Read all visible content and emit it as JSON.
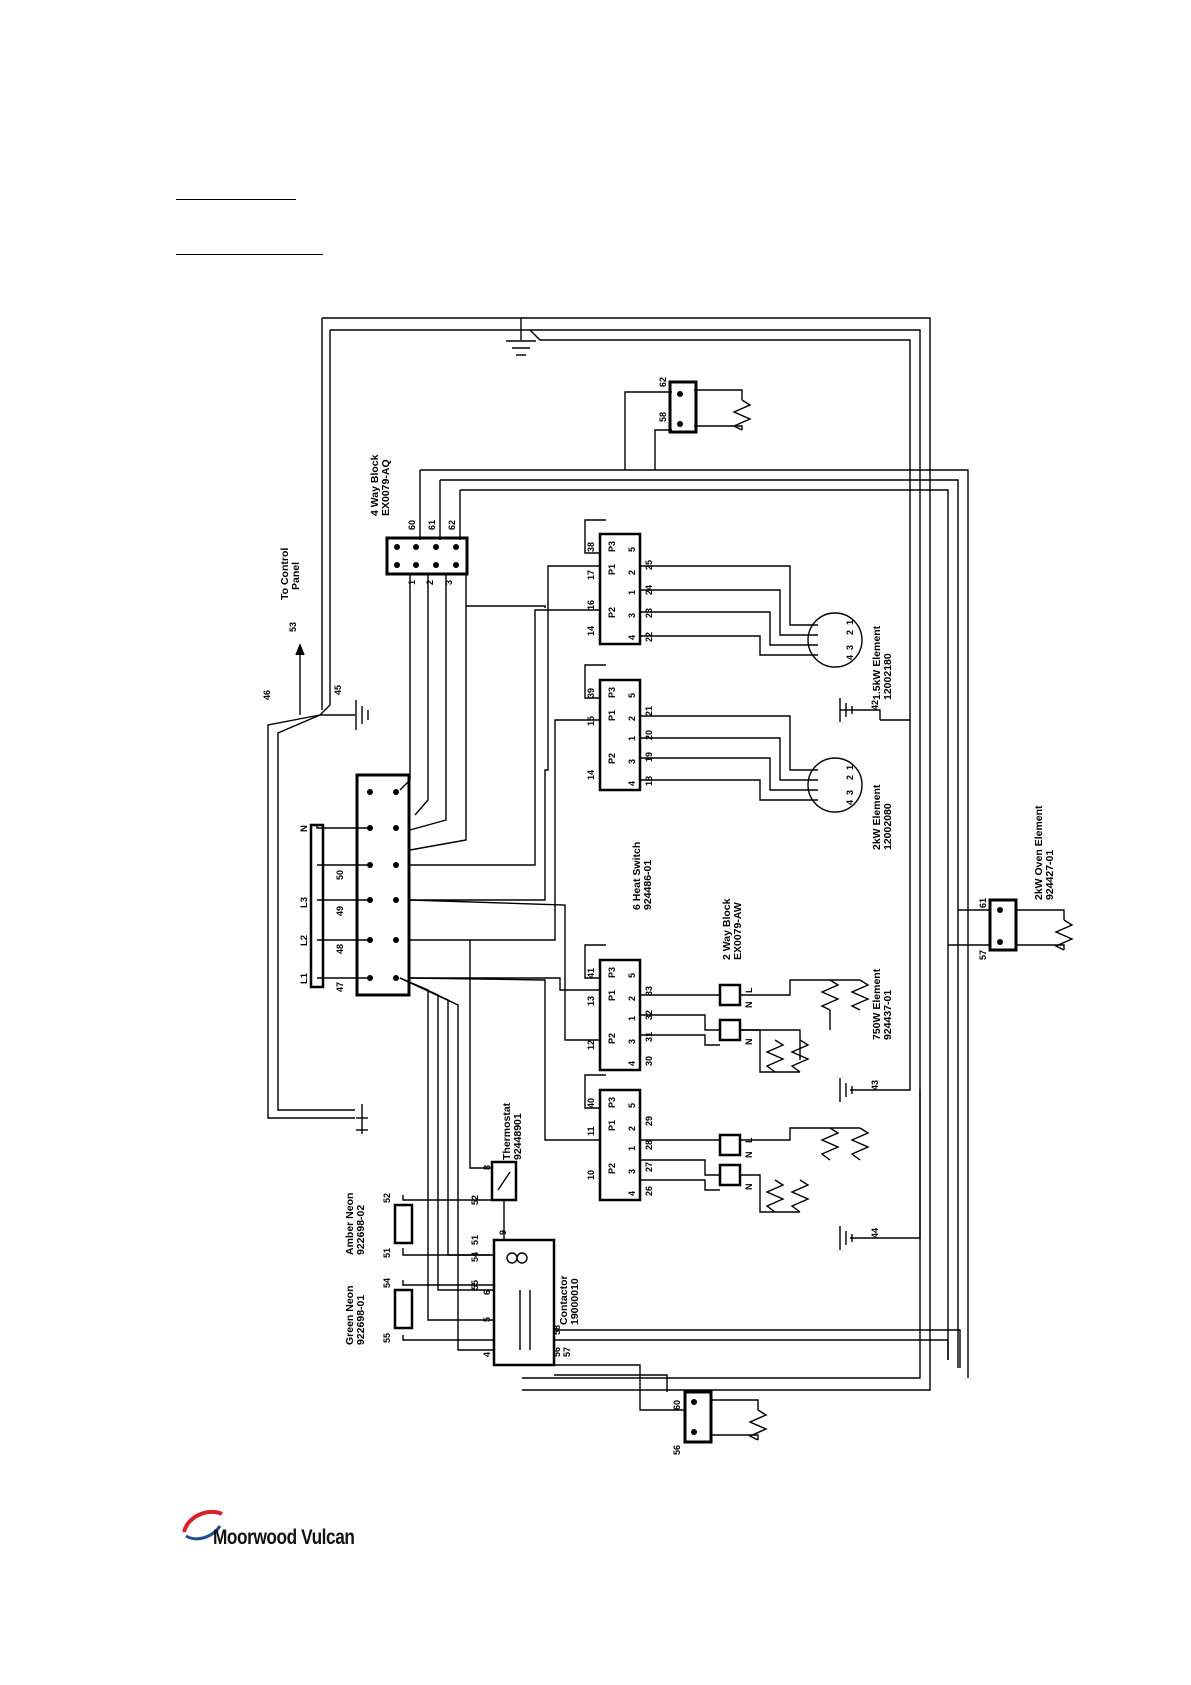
{
  "brand": {
    "name": "Moorwood Vulcan",
    "logo_colors": [
      "#d2232a",
      "#1f4e96"
    ]
  },
  "labels": {
    "to_control_panel": [
      "To Control",
      "Panel"
    ],
    "four_way_block": [
      "4 Way Block",
      "EX0079-AQ"
    ],
    "six_heat_switch": [
      "6 Heat Switch",
      "924486-01"
    ],
    "two_way_block": [
      "2 Way Block",
      "EX0079-AW"
    ],
    "element_1_5kw": [
      "1.5kW Element",
      "12002180"
    ],
    "element_2kw": [
      "2kW Element",
      "12002080"
    ],
    "element_750w": [
      "750W Element",
      "924437-01"
    ],
    "oven_element": [
      "2kW Oven Element",
      "924427-01"
    ],
    "thermostat": [
      "Thermostat",
      "92448901"
    ],
    "contactor": [
      "Contactor",
      "19000010"
    ],
    "amber_neon": [
      "Amber Neon",
      "922698-02"
    ],
    "green_neon": [
      "Green Neon",
      "922698-01"
    ]
  },
  "supply_labels": [
    "L1",
    "L2",
    "L3",
    "N"
  ],
  "supply_wire_numbers": [
    "47",
    "48",
    "49",
    "50"
  ],
  "block_wire_numbers": [
    "1",
    "2",
    "3",
    "60",
    "61",
    "62"
  ],
  "wire_numbers": [
    "53",
    "45",
    "46",
    "42",
    "43",
    "44",
    "58",
    "62",
    "61",
    "57",
    "60",
    "56",
    "52",
    "51",
    "54",
    "55",
    "8",
    "9",
    "5",
    "6",
    "4",
    "56",
    "57",
    "58",
    "55",
    "54",
    "51",
    "52"
  ],
  "switch_pins": {
    "top_labels": [
      "P3",
      "5",
      "P1",
      "2",
      "1",
      "P2",
      "3",
      "4"
    ],
    "switch_a": [
      "38",
      "17",
      "16",
      "14",
      "25",
      "24",
      "23",
      "22"
    ],
    "switch_b": [
      "39",
      "15",
      "14",
      "21",
      "20",
      "19",
      "18"
    ],
    "switch_c": [
      "41",
      "13",
      "12",
      "33",
      "32",
      "31",
      "30"
    ],
    "switch_d": [
      "40",
      "11",
      "10",
      "29",
      "28",
      "27",
      "26"
    ]
  },
  "element_pins": [
    "4",
    "3",
    "2",
    "1"
  ],
  "two_way_pins": [
    "L",
    "N"
  ]
}
